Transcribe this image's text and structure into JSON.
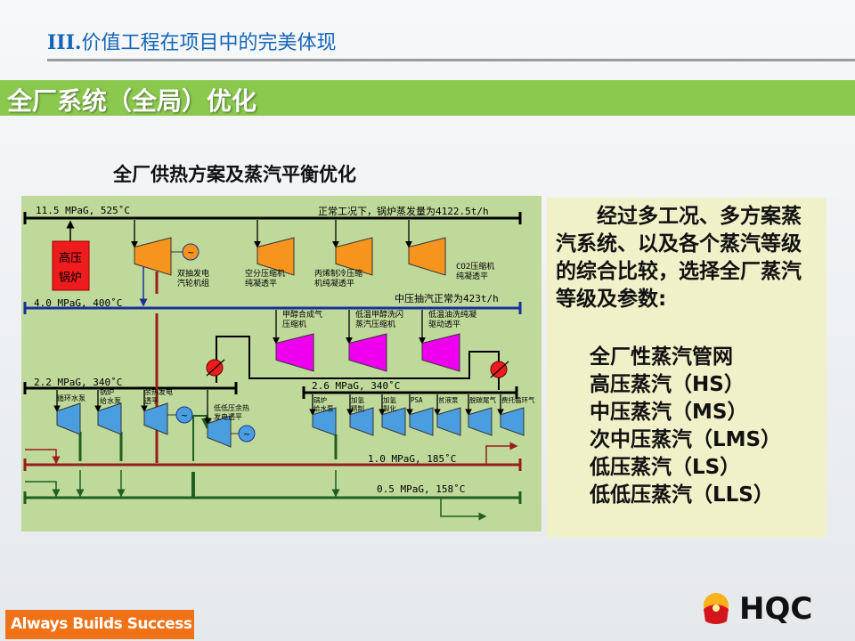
{
  "header": {
    "section_prefix": "III.",
    "title": "价值工程在项目中的完美体现"
  },
  "banner": {
    "title": "全厂系统（全局）优化"
  },
  "diagram": {
    "title": "全厂供热方案及蒸汽平衡优化",
    "hp_header": "11.5 MPaG, 525˚C",
    "boiler_rate": "正常工况下，锅炉蒸发量为4122.5t/h",
    "boiler": [
      "高压",
      "锅炉"
    ],
    "mp_header": "4.0 MPaG, 400˚C",
    "mp_rate": "中压抽汽正常为423t/h",
    "hp_turbines": [
      [
        "双抽发电",
        "汽轮机组"
      ],
      [
        "空分压缩机",
        "纯凝透平"
      ],
      [
        "丙烯制冷压缩",
        "机纯凝透平"
      ],
      [
        "CO2压缩机",
        "纯凝透平"
      ]
    ],
    "mp_turbines": [
      [
        "甲醇合成气",
        "压缩机"
      ],
      [
        "低温甲醇洗闪",
        "蒸汽压缩机"
      ],
      [
        "低温油洗纯凝",
        "驱动透平"
      ]
    ],
    "lmp_header_a": "2.2 MPaG, 340˚C",
    "lmp_header_b": "2.6 MPaG, 340˚C",
    "lmp_a_turbines": [
      [
        "循环水泵",
        ""
      ],
      [
        "锅炉",
        "给水泵"
      ],
      [
        "余热发电",
        "透平"
      ],
      [
        "低低压余热",
        "发电透平"
      ]
    ],
    "lmp_b_turbines": [
      [
        "锅炉",
        "给水泵"
      ],
      [
        "加氢",
        "精制"
      ],
      [
        "加氢",
        "裂化"
      ],
      [
        "PSA",
        ""
      ],
      [
        "贫液泵",
        ""
      ],
      [
        "脱碳尾气",
        ""
      ],
      [
        "费托循环气",
        ""
      ]
    ],
    "ls_header": "1.0 MPaG, 185˚C",
    "lls_header": "0.5 MPaG, 158˚C",
    "colors": {
      "hp_turbine": "#f7941d",
      "mp_turbine": "#ee00ee",
      "lp_turbine": "#4a9ee0",
      "ls": "#9b1c1c",
      "lls": "#1f5f1f",
      "mp": "#1a2f9a"
    }
  },
  "summary": {
    "intro": "经过多工况、多方案蒸汽系统、以及各个蒸汽等级的综合比较，选择全厂蒸汽等级及参数:",
    "items": [
      "全厂性蒸汽管网",
      "高压蒸汽（HS）",
      "中压蒸汽（MS）",
      "次中压蒸汽（LMS）",
      "低压蒸汽（LS）",
      "低低压蒸汽（LLS）"
    ]
  },
  "footer": {
    "slogan": "Always Builds Success",
    "logo": "HQC"
  }
}
